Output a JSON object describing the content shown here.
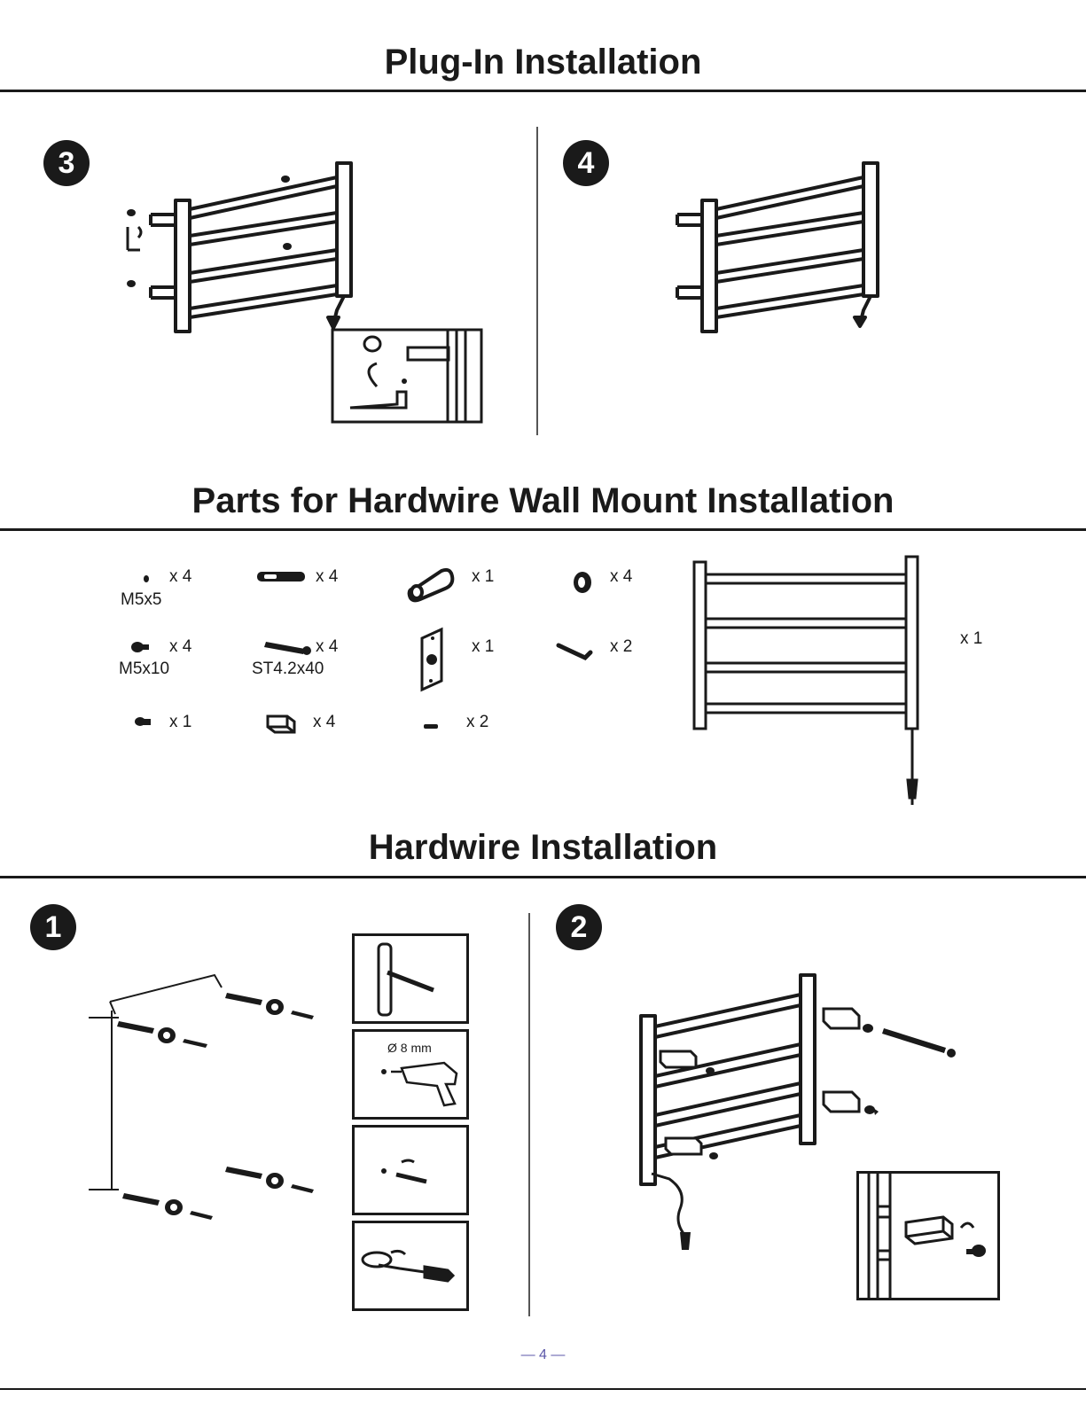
{
  "sections": {
    "plugin": {
      "title": "Plug-In Installation",
      "step_a": "3",
      "step_b": "4"
    },
    "parts": {
      "title": "Parts for Hardwire Wall Mount Installation",
      "items": [
        {
          "qty": "x 4",
          "label": "M5x5"
        },
        {
          "qty": "x 4",
          "label": ""
        },
        {
          "qty": "x 1",
          "label": ""
        },
        {
          "qty": "x 4",
          "label": ""
        },
        {
          "qty": "x 4",
          "label": "M5x10"
        },
        {
          "qty": "x 4",
          "label": "ST4.2x40"
        },
        {
          "qty": "x 1",
          "label": ""
        },
        {
          "qty": "x 2",
          "label": ""
        },
        {
          "qty": "x 1",
          "label": ""
        },
        {
          "qty": "x 4",
          "label": ""
        },
        {
          "qty": "x 2",
          "label": ""
        }
      ],
      "rack_qty": "x 1"
    },
    "hardwire": {
      "title": "Hardwire Installation",
      "step_a": "1",
      "step_b": "2",
      "drill_size": "Ø 8 mm"
    }
  },
  "page_number": "— 4 —",
  "colors": {
    "ink": "#1a1a1a",
    "page_number": "#5b57a8"
  }
}
